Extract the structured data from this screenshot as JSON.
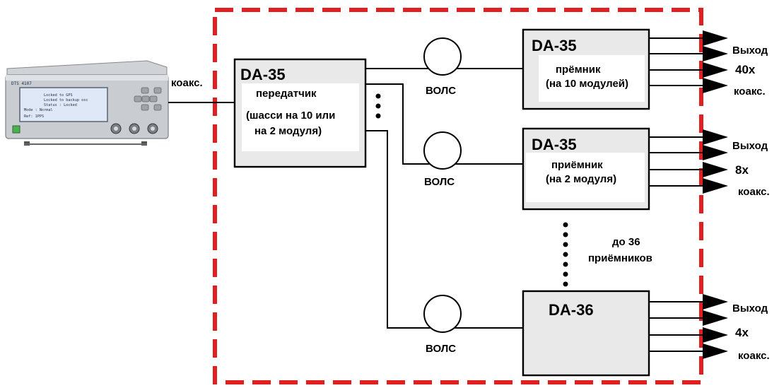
{
  "device": {
    "brand": "DTS 4107",
    "lcd_lines": [
      "Locked to GPS",
      "Locked to backup osc",
      "Status : Locked",
      "Mode : Normal",
      "Ref: 1PPS"
    ]
  },
  "labels": {
    "coax_link": "коакс.",
    "fiber": "ВОЛС",
    "more_receivers_line1": "до 36",
    "more_receivers_line2": "приёмников"
  },
  "transmitter": {
    "title": "DA-35",
    "role": "передатчик",
    "note_line1": "(шасси на 10 или",
    "note_line2": "на 2 модуля)"
  },
  "receivers": [
    {
      "title": "DA-35",
      "role": "прёмник",
      "note": "(на 10 модулей)",
      "out_line1": "Выход",
      "out_line2": "40х",
      "out_line3": "коакс."
    },
    {
      "title": "DA-35",
      "role": "приёмник",
      "note": "(на 2 модуля)",
      "out_line1": "Выход",
      "out_line2": "8х",
      "out_line3": "коакс."
    },
    {
      "title": "DA-36",
      "role": "",
      "note": "",
      "out_line1": "Выход",
      "out_line2": "4х",
      "out_line3": "коакс."
    }
  ],
  "colors": {
    "boundary": "#e02020",
    "box_shade": "#e9e9e9",
    "line": "#000000"
  }
}
